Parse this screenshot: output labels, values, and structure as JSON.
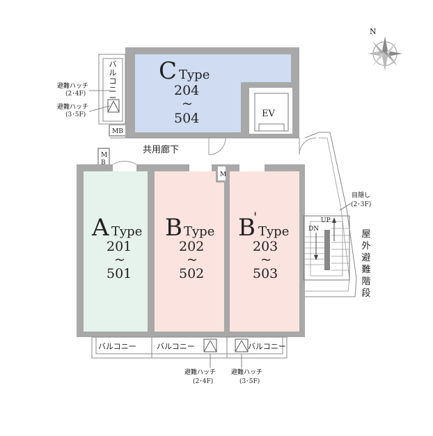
{
  "colors": {
    "wall": "#a8a8a8",
    "unit_a": "#e6f2ec",
    "unit_b": "#fbe3df",
    "unit_c": "#cfdcf1"
  },
  "units": {
    "c": {
      "letter": "C",
      "type": "Type",
      "from": "204",
      "tilde": "~",
      "to": "504"
    },
    "a": {
      "letter": "A",
      "type": "Type",
      "from": "201",
      "tilde": "~",
      "to": "501"
    },
    "b": {
      "letter": "B",
      "type": "Type",
      "from": "202",
      "tilde": "~",
      "to": "502"
    },
    "bp": {
      "letter": "B",
      "prime": "'",
      "type": "Type",
      "from": "203",
      "tilde": "~",
      "to": "503"
    }
  },
  "labels": {
    "ev": "EV",
    "corridor": "共用廊下",
    "mb": "MB",
    "mb_m": "M",
    "mb_b": "B",
    "balcony": "バルコニー",
    "balcony_vertical": [
      "バ",
      "ル",
      "コ",
      "ニ",
      "ー"
    ],
    "hatch_left_1": "避難ハッチ",
    "hatch_left_1_floor": "(2･4F)",
    "hatch_left_2": "避難ハッチ",
    "hatch_left_2_floor": "(3･5F)",
    "hatch_bottom_1": "避難ハッチ",
    "hatch_bottom_1_floor": "(2･4F)",
    "hatch_bottom_2": "避難ハッチ",
    "hatch_bottom_2_floor": "(3･5F)",
    "screen": "目隠し",
    "screen_floor": "(2･3F)",
    "up": "UP",
    "dn": "DN",
    "stair_vertical": [
      "屋",
      "外",
      "避",
      "難",
      "階",
      "段"
    ],
    "compass": "N"
  }
}
